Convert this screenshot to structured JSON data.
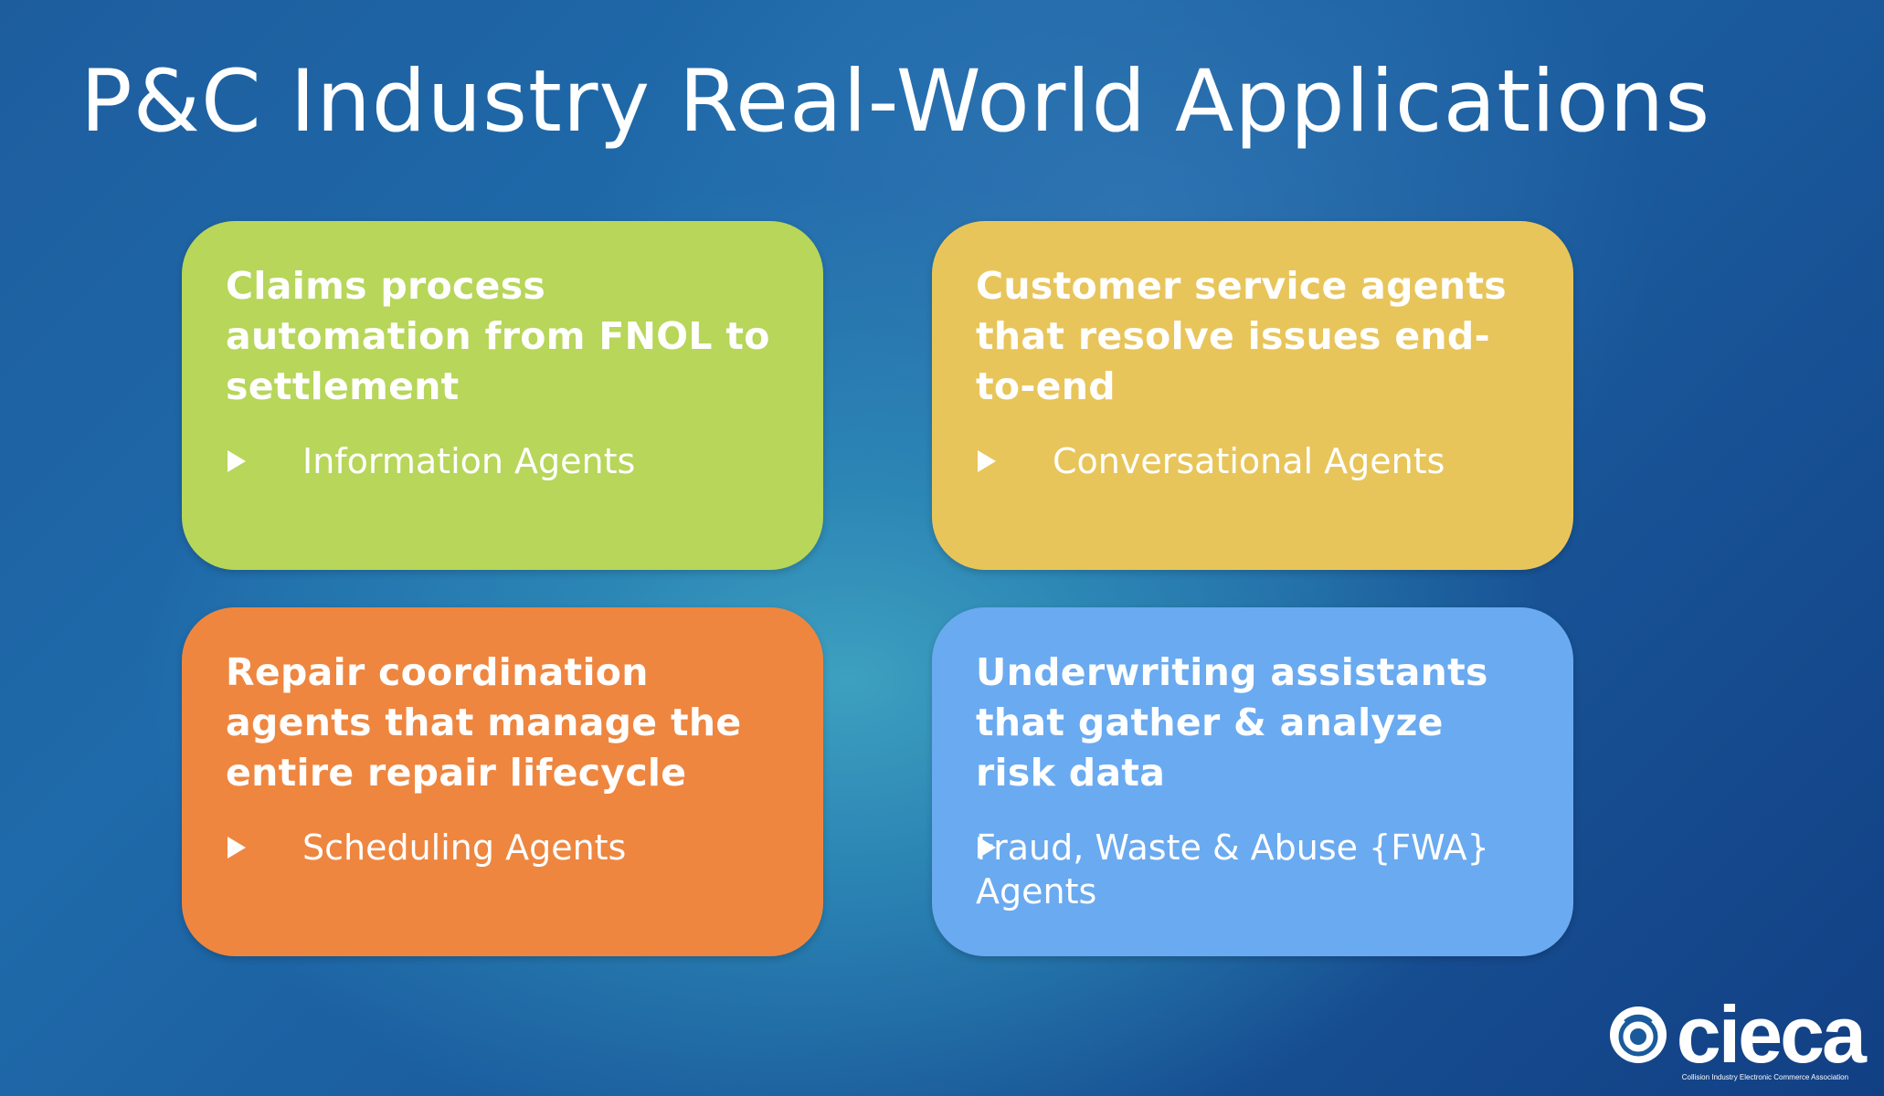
{
  "slide": {
    "title": "P&C Industry Real-World Applications"
  },
  "cards": [
    {
      "heading": "Claims process automation from FNOL to settlement",
      "bullet": "Information Agents",
      "color": "#b7d65a"
    },
    {
      "heading": "Customer service agents that resolve issues end-to-end",
      "bullet": "Conversational Agents",
      "color": "#e8c55a"
    },
    {
      "heading": "Repair coordination agents that manage the entire repair lifecycle",
      "bullet": "Scheduling Agents",
      "color": "#ee8640"
    },
    {
      "heading": "Underwriting assistants that gather & analyze risk data",
      "bullet": "Fraud, Waste & Abuse {FWA} Agents",
      "color": "#6aaaf0"
    }
  ],
  "bullet_icon": "play-triangle-icon",
  "logo": {
    "name": "cieca",
    "tagline": "Collision Industry Electronic Commerce Association"
  },
  "colors": {
    "background_dark": "#123f84",
    "background_light": "#3ea0c0",
    "text": "#ffffff"
  }
}
